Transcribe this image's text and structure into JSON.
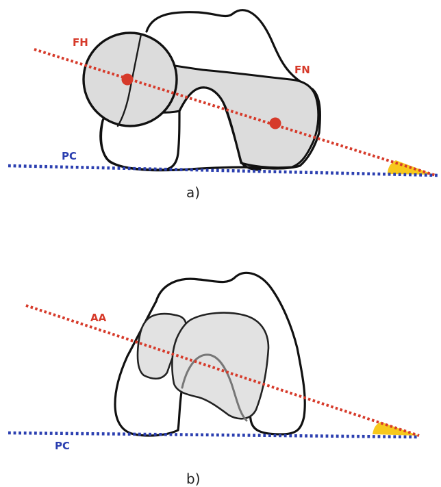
{
  "panel_a": {
    "caption": "a)",
    "labels": {
      "femoral_head": "FH",
      "femoral_neck": "FN",
      "posterior_condylar": "PC"
    }
  },
  "panel_b": {
    "caption": "b)",
    "labels": {
      "anatomical_axis": "AA",
      "posterior_condylar": "PC"
    }
  },
  "colors": {
    "axis_line": "#d63a2a",
    "condylar_line": "#2b3fb0",
    "angle_marker": "#f7c81c",
    "center_point": "#d63a2a",
    "bone_fill": "#dcdcdc",
    "label_red": "#d63a2a",
    "label_blue": "#2b3fb0"
  }
}
